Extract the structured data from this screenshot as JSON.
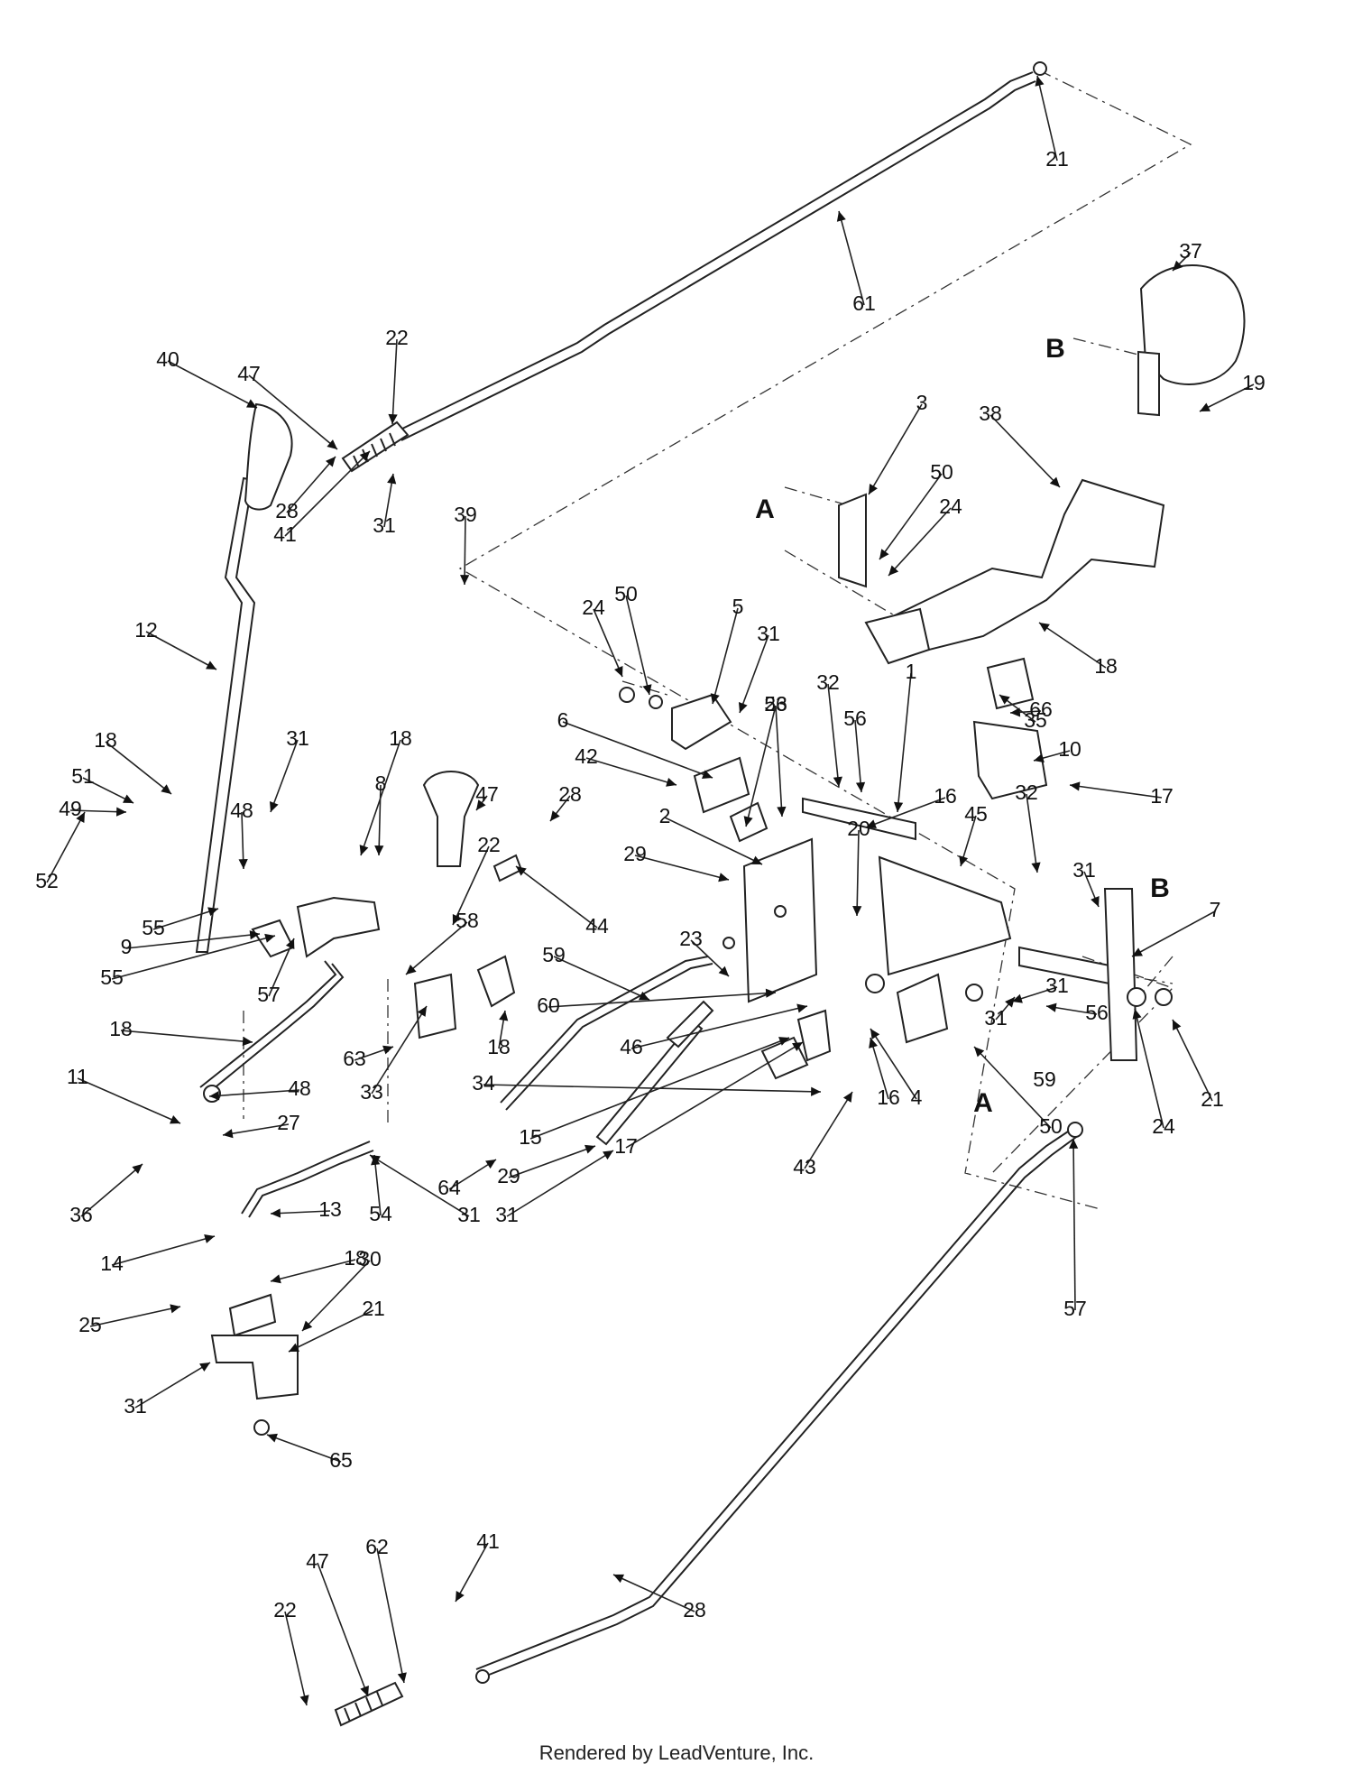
{
  "footer": "Rendered by LeadVenture, Inc.",
  "section_letters": [
    "A",
    "B",
    "A",
    "B"
  ],
  "callouts": [
    "21",
    "61",
    "37",
    "B",
    "19",
    "40",
    "47",
    "22",
    "28",
    "41",
    "31",
    "38",
    "3",
    "50",
    "24",
    "A",
    "12",
    "18",
    "24",
    "50",
    "5",
    "31",
    "6",
    "42",
    "53",
    "26",
    "32",
    "56",
    "1",
    "35",
    "66",
    "10",
    "17",
    "39",
    "31",
    "18",
    "8",
    "47",
    "28",
    "16",
    "45",
    "18",
    "51",
    "49",
    "48",
    "22",
    "44",
    "2",
    "29",
    "20",
    "32",
    "31",
    "B",
    "7",
    "52",
    "55",
    "9",
    "55",
    "57",
    "58",
    "23",
    "59",
    "60",
    "46",
    "31",
    "31",
    "56",
    "18",
    "11",
    "63",
    "18",
    "33",
    "15",
    "34",
    "17",
    "43",
    "16",
    "4",
    "A",
    "59",
    "50",
    "24",
    "21",
    "57",
    "48",
    "27",
    "36",
    "29",
    "31",
    "64",
    "54",
    "31",
    "13",
    "18",
    "14",
    "30",
    "25",
    "21",
    "31",
    "65",
    "41",
    "62",
    "47",
    "28",
    "22"
  ]
}
